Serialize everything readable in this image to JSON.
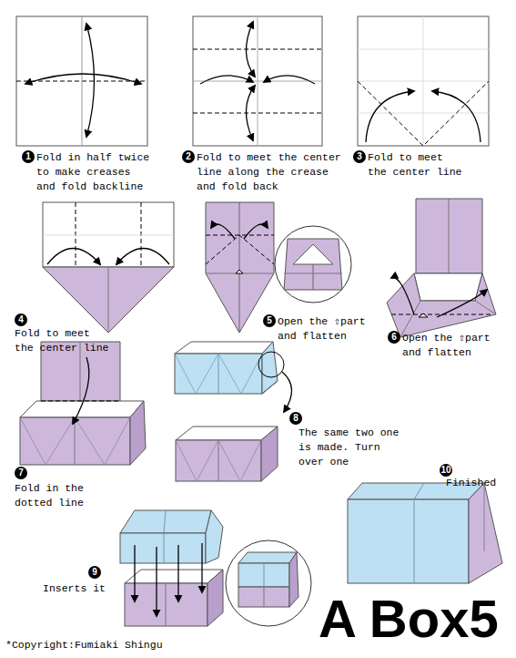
{
  "diagram": {
    "title": "A Box5",
    "labels": [
      "1",
      "Fold in half twice to make creases and fold backline",
      "2",
      "Fold to meet the center line along the crease and fold back",
      "3",
      "Fold to meet the center line",
      "4",
      "Fold to meet the center line",
      "5",
      "Open the ⇧part and flatten",
      "6",
      "Open the ⇧part and flatten",
      "7",
      "Fold in the dotted line",
      "8",
      "The same two one is made. Turn over one",
      "9",
      "Inserts it",
      "10",
      "Finished",
      "*Copyright:Fumiaki Shingu"
    ]
  }
}
